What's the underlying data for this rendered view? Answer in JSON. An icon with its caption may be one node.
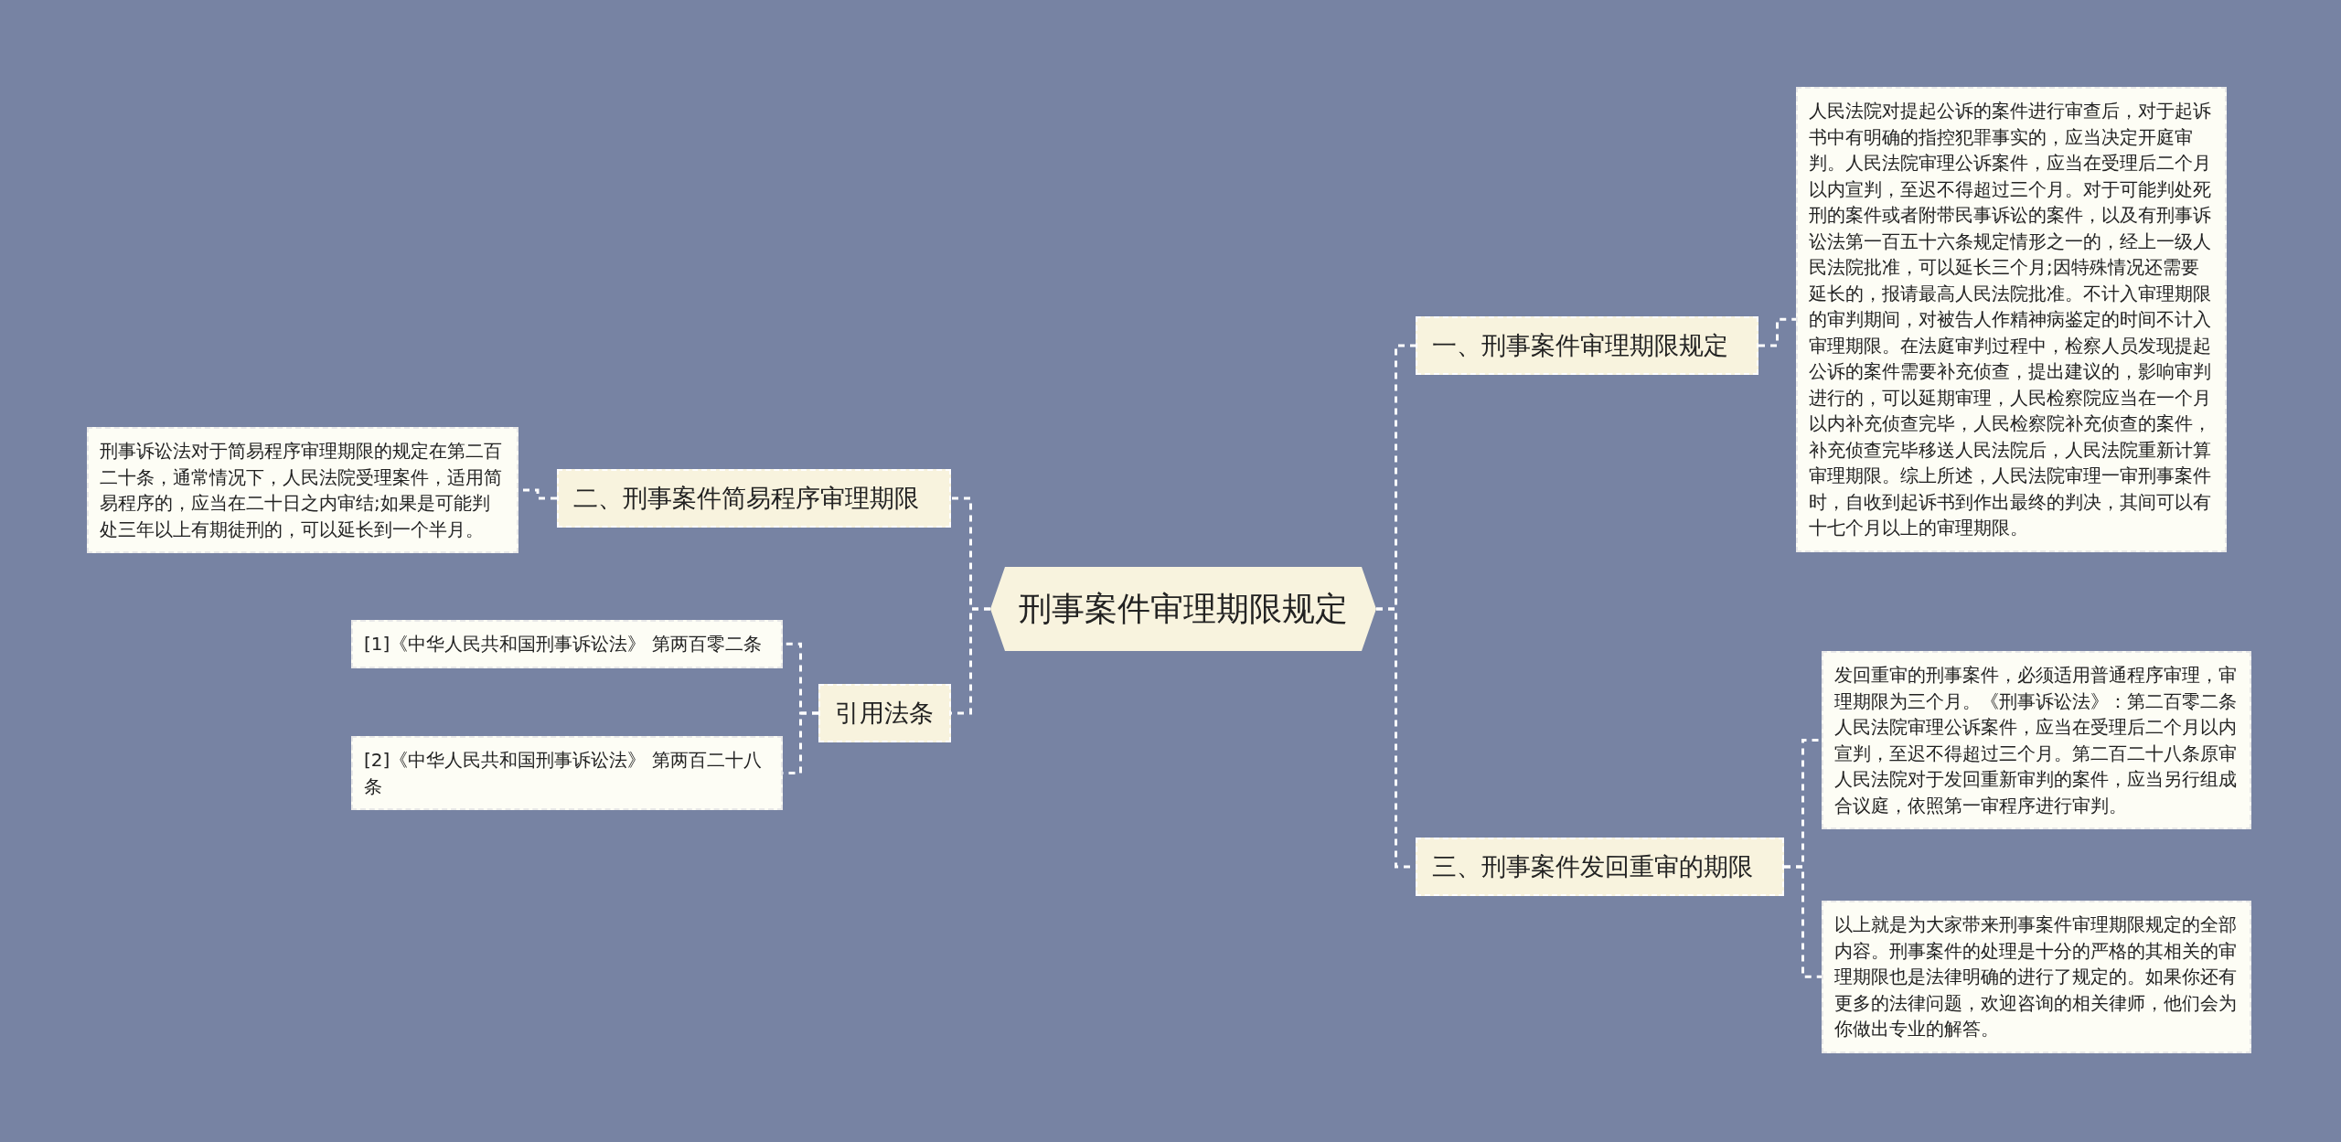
{
  "diagram": {
    "nodes": [
      {
        "text": [
          "刑事案件审理期限规定"
        ]
      },
      {
        "text": [
          "一、刑事案件审理期限规定"
        ]
      },
      {
        "text": [
          "人民法院对提起公诉的案件进行审查后，对于起诉书中有明确的指控犯罪事实的，应当决定开庭审判。人民法院审理公诉案件，应当在受理后二个月以内宣判，至迟不得超过三个月。对于可能判处死刑的案件或者附带民事诉讼的案件，以及有刑事诉讼法第一百五十六条规定情形之一的，经上一级人民法院批准，可以延长三个月;因特殊情况还需要延长的，报请最高人民法院批准。不计入审理期限的审判期间，对被告人作精神病鉴定的时间不计入审理期限。在法庭审判过程中，检察人员发现提起公诉的案件需要补充侦查，提出建议的，影响审判进行的，可以延期审理，人民检察院应当在一个月以内补充侦查完毕，人民检察院补充侦查的案件，补充侦查完毕移送人民法院后，人民法院重新计算审理期限。综上所述，人民法院审理一审刑事案件时，自收到起诉书到作出最终的判决，其间可以有十七个月以上的审理期限。"
        ]
      },
      {
        "text": [
          "三、刑事案件发回重审的期限"
        ]
      },
      {
        "text": [
          "发回重审的刑事案件，必须适用普通程序审理，审理期限为三个月。《刑事诉讼法》：第二百零二条人民法院审理公诉案件，应当在受理后二个月以内宣判，至迟不得超过三个月。第二百二十八条原审人民法院对于发回重新审判的案件，应当另行组成合议庭，依照第一审程序进行审判。"
        ]
      },
      {
        "text": [
          "以上就是为大家带来刑事案件审理期限规定的全部内容。刑事案件的处理是十分的严格的其相关的审理期限也是法律明确的进行了规定的。如果你还有更多的法律问题，欢迎咨询的相关律师，他们会为你做出专业的解答。"
        ]
      },
      {
        "text": [
          "二、刑事案件简易程序审理期限"
        ]
      },
      {
        "text": [
          "刑事诉讼法对于简易程序审理期限的规定在第二百二十条，通常情况下，人民法院受理案件，适用简易程序的，应当在二十日之内审结;如果是可能判处三年以上有期徒刑的，可以延长到一个半月。"
        ]
      },
      {
        "text": [
          "引用法条"
        ]
      },
      {
        "text": [
          "[1]《中华人民共和国刑事诉讼法》 第两百零二条"
        ]
      },
      {
        "text": [
          "[2]《中华人民共和国刑事诉讼法》 第两百二十八条"
        ]
      }
    ],
    "edges": [
      {
        "from": 0,
        "to": 1,
        "arrow": "none",
        "style": "dashed"
      },
      {
        "from": 1,
        "to": 2,
        "arrow": "none",
        "style": "dashed"
      },
      {
        "from": 0,
        "to": 3,
        "arrow": "none",
        "style": "dashed"
      },
      {
        "from": 3,
        "to": 4,
        "arrow": "none",
        "style": "dashed"
      },
      {
        "from": 3,
        "to": 5,
        "arrow": "none",
        "style": "dashed"
      },
      {
        "from": 0,
        "to": 6,
        "arrow": "none",
        "style": "dashed"
      },
      {
        "from": 6,
        "to": 7,
        "arrow": "none",
        "style": "dashed"
      },
      {
        "from": 0,
        "to": 8,
        "arrow": "none",
        "style": "dashed"
      },
      {
        "from": 8,
        "to": 9,
        "arrow": "none",
        "style": "dashed"
      },
      {
        "from": 8,
        "to": 10,
        "arrow": "none",
        "style": "dashed"
      }
    ]
  }
}
